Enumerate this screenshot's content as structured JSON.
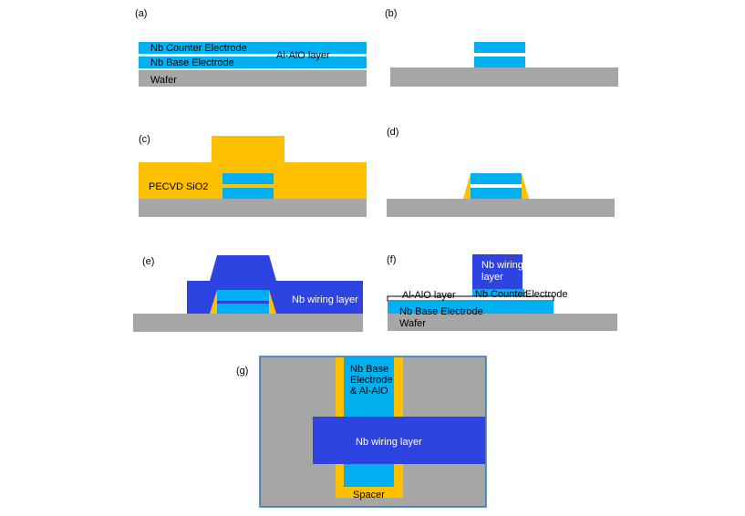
{
  "panels": {
    "a": {
      "label": "(a)",
      "counter_electrode": "Nb Counter Electrode",
      "oxide_layer": "Al-AlO layer",
      "base_electrode": "Nb Base Electrode",
      "wafer": "Wafer"
    },
    "b": {
      "label": "(b)"
    },
    "c": {
      "label": "(c)",
      "oxide": "PECVD SiO2"
    },
    "d": {
      "label": "(d)"
    },
    "e": {
      "label": "(e)",
      "wiring": "Nb wiring layer"
    },
    "f": {
      "label": "(f)",
      "wiring_line1": "Nb wiring",
      "wiring_line2": "layer",
      "counter_electrode_part1": "Nb Counter",
      "counter_electrode_part2": "Electrode",
      "oxide_layer": "Al-AlO layer",
      "base_electrode": "Nb Base Electrode",
      "wafer": "Wafer"
    },
    "g": {
      "label": "(g)",
      "base_line1": "Nb Base",
      "base_line2": "Electrode",
      "base_line3": "& Al-AlO",
      "wiring": "Nb wiring layer",
      "spacer": "Spacer"
    }
  },
  "colors": {
    "nb_electrode": "#00b0f0",
    "wafer": "#a6a6a6",
    "sio2": "#ffc000",
    "nb_wiring": "#2e44e0",
    "frame": "#2e75b6"
  }
}
